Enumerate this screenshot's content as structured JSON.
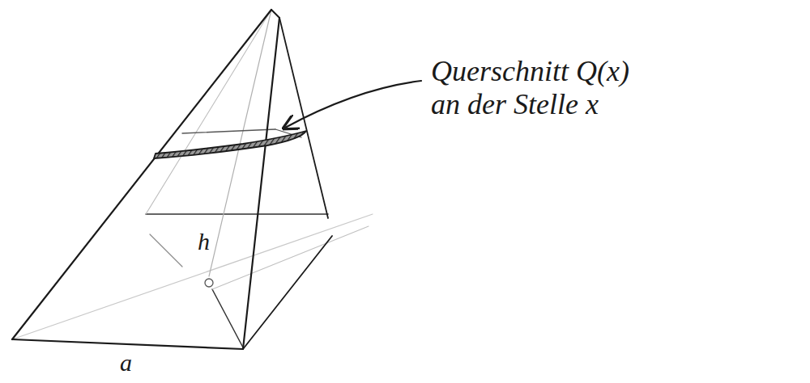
{
  "diagram": {
    "labels": [
      "Querschnitt Q(x) an der Stelle x",
      "h",
      "a"
    ]
  }
}
